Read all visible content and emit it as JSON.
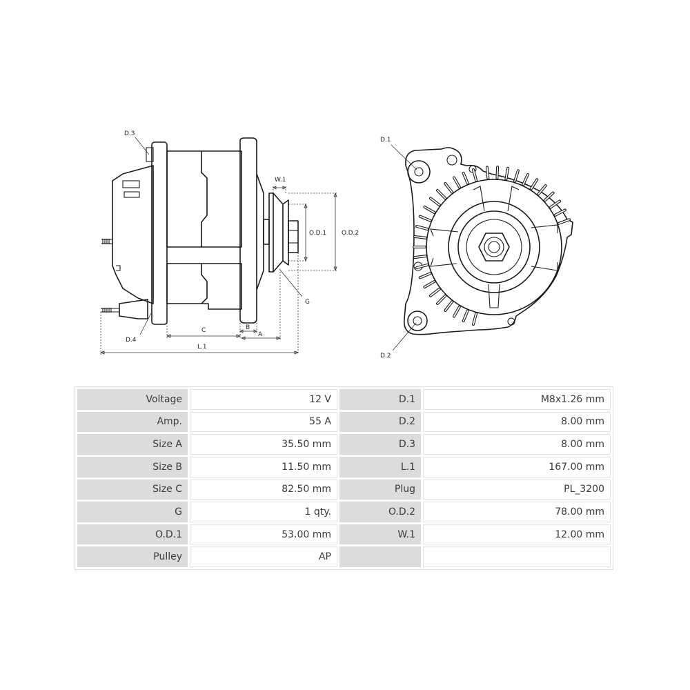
{
  "labels": {
    "d1": "D.1",
    "d2": "D.2",
    "d3": "D.3",
    "d4": "D.4",
    "w1": "W.1",
    "od1": "O.D.1",
    "od2": "O.D.2",
    "g": "G",
    "c": "C",
    "b": "B",
    "a": "A",
    "l1": "L.1"
  },
  "specs": [
    {
      "k1": "Voltage",
      "v1": "12 V",
      "k2": "D.1",
      "v2": "M8x1.26 mm"
    },
    {
      "k1": "Amp.",
      "v1": "55 A",
      "k2": "D.2",
      "v2": "8.00 mm"
    },
    {
      "k1": "Size A",
      "v1": "35.50 mm",
      "k2": "D.3",
      "v2": "8.00 mm"
    },
    {
      "k1": "Size B",
      "v1": "11.50 mm",
      "k2": "L.1",
      "v2": "167.00 mm"
    },
    {
      "k1": "Size C",
      "v1": "82.50 mm",
      "k2": "Plug",
      "v2": "PL_3200"
    },
    {
      "k1": "G",
      "v1": "1 qty.",
      "k2": "O.D.2",
      "v2": "78.00 mm"
    },
    {
      "k1": "O.D.1",
      "v1": "53.00 mm",
      "k2": "W.1",
      "v2": "12.00 mm"
    },
    {
      "k1": "Pulley",
      "v1": "AP",
      "k2": "",
      "v2": ""
    }
  ]
}
